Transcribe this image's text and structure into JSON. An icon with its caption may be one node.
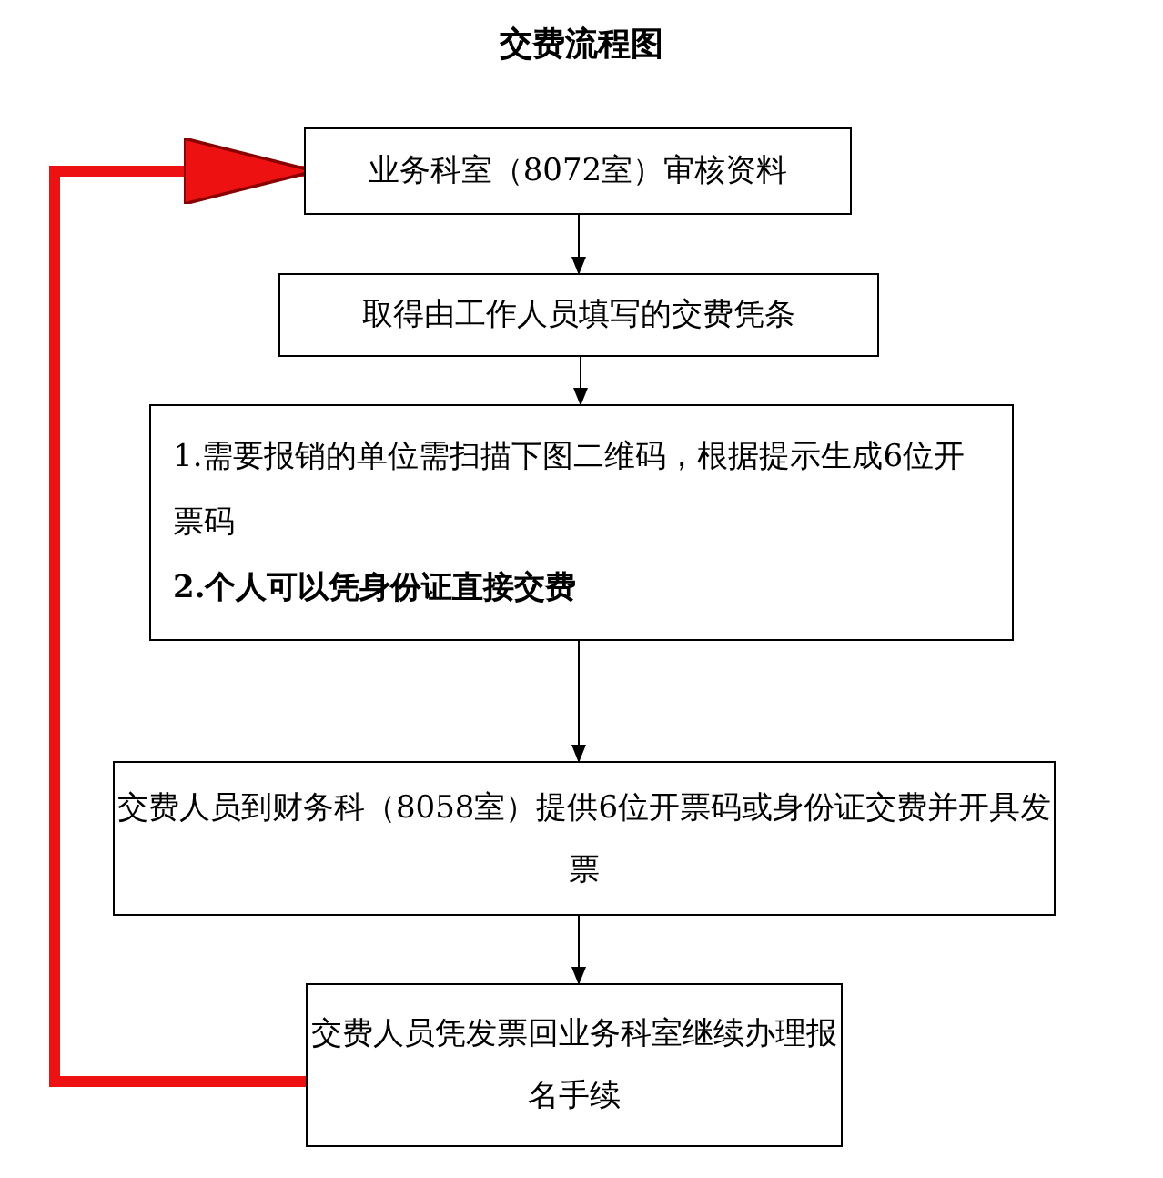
{
  "diagram": {
    "title": "交费流程图",
    "nodes": [
      {
        "text": [
          "业务科室（8072室）审核资料"
        ]
      },
      {
        "text": [
          "取得由工作人员填写的交费凭条"
        ]
      },
      {
        "text": [
          "1.需要报销的单位需扫描下图二维码，根据提示生成6位开票码",
          "2.个人可以凭身份证直接交费"
        ]
      },
      {
        "text": [
          "交费人员到财务科（8058室）提供6位开票码或身份证交费并开具发票"
        ]
      },
      {
        "text": [
          "交费人员凭发票回业务科室继续办理报名手续"
        ]
      }
    ],
    "edges": [
      {
        "from": 0,
        "to": 1,
        "arrow": "to"
      },
      {
        "from": 1,
        "to": 2,
        "arrow": "to"
      },
      {
        "from": 2,
        "to": 3,
        "arrow": "to"
      },
      {
        "from": 3,
        "to": 4,
        "arrow": "to"
      },
      {
        "from": 4,
        "to": 0,
        "arrow": "to",
        "style": "thick",
        "color": "#ee1111"
      }
    ]
  }
}
